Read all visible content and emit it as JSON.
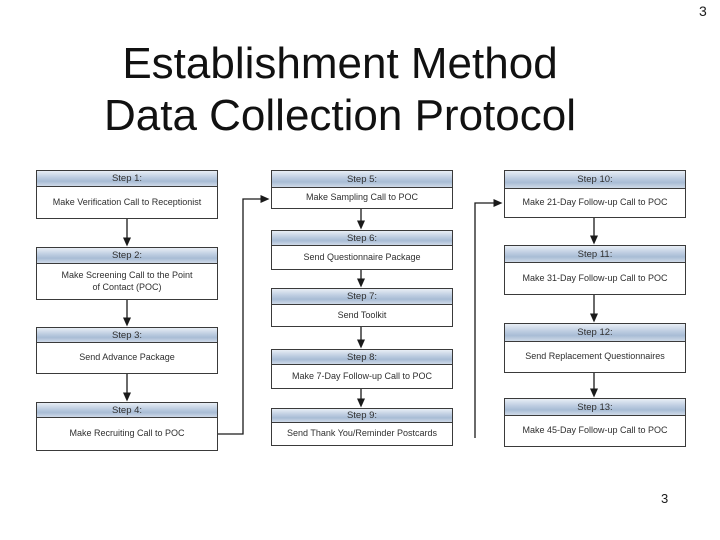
{
  "slide": {
    "top_page_number": "3",
    "bottom_page_number": "3",
    "title": {
      "line1": "Establishment Method",
      "line2": "Data Collection Protocol"
    }
  },
  "steps": [
    {
      "label": "Step 1:",
      "text": "Make Verification Call to Receptionist"
    },
    {
      "label": "Step 2:",
      "text": "Make Screening Call to the Point of Contact (POC)"
    },
    {
      "label": "Step 3:",
      "text": "Send Advance Package"
    },
    {
      "label": "Step 4:",
      "text": "Make Recruiting Call to POC"
    },
    {
      "label": "Step 5:",
      "text": "Make Sampling Call to POC"
    },
    {
      "label": "Step 6:",
      "text": "Send Questionnaire Package"
    },
    {
      "label": "Step 7:",
      "text": "Send Toolkit"
    },
    {
      "label": "Step 8:",
      "text": "Make 7-Day Follow-up Call to POC"
    },
    {
      "label": "Step 9:",
      "text": "Send Thank You/Reminder Postcards"
    },
    {
      "label": "Step 10:",
      "text": "Make 21-Day Follow-up Call to POC"
    },
    {
      "label": "Step 11:",
      "text": "Make 31-Day Follow-up Call to POC"
    },
    {
      "label": "Step 12:",
      "text": "Send Replacement Questionnaires"
    },
    {
      "label": "Step 13:",
      "text": "Make 45-Day Follow-up Call to POC"
    }
  ],
  "colors": {
    "background": "#ffffff",
    "box_border": "#3a3a3a",
    "text": "#2f2f2f",
    "connector": "#1a1a1a",
    "header_gradient_top": "#e8eef5",
    "header_gradient_mid": "#a8bcd5",
    "header_gradient_bottom": "#cfdae8"
  }
}
